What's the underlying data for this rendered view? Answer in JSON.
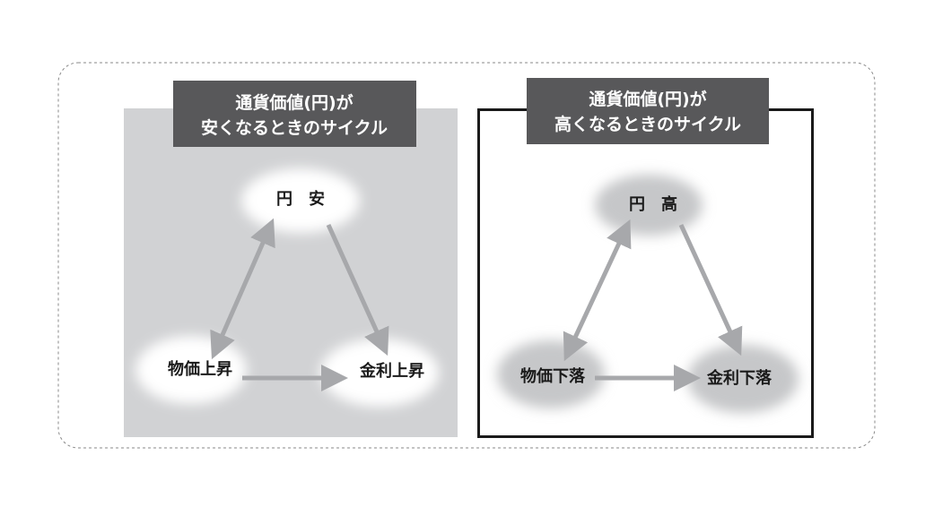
{
  "colors": {
    "panel_gray": "#d1d2d4",
    "title_bg": "#58585a",
    "arrow": "#a7a8ab",
    "node_dark": "#c6c7c9"
  },
  "left": {
    "title_line1": "通貨価値(円)が",
    "title_line2": "安くなるときのサイクル",
    "top": "円　安",
    "bottom_left": "物価上昇",
    "bottom_right": "金利上昇"
  },
  "right": {
    "title_line1": "通貨価値(円)が",
    "title_line2": "高くなるときのサイクル",
    "top": "円　高",
    "bottom_left": "物価下落",
    "bottom_right": "金利下落"
  }
}
